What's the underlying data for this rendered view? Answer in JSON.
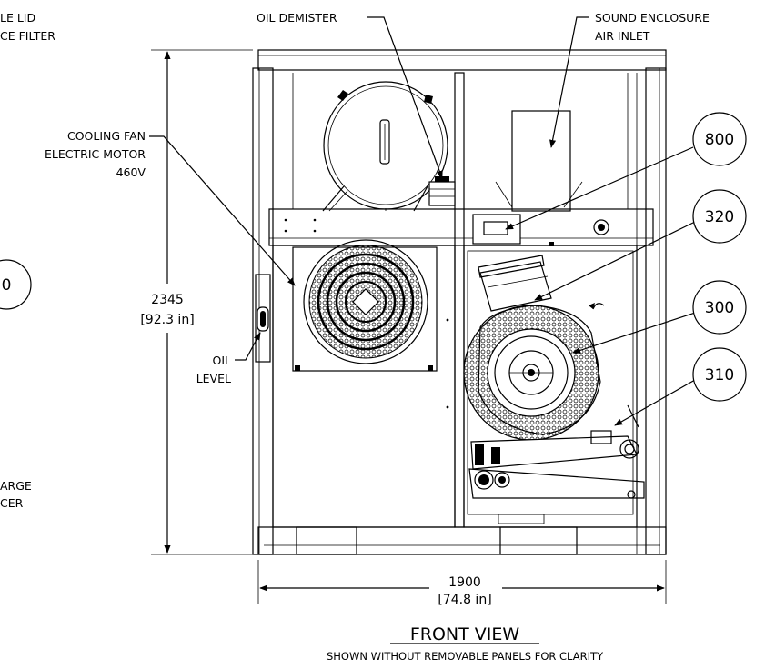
{
  "callouts": {
    "lid_filter_line1": "LE LID",
    "lid_filter_line2": "CE FILTER",
    "oil_demister": "OIL DEMISTER",
    "sound_enclosure_line1": "SOUND ENCLOSURE",
    "sound_enclosure_line2": "AIR INLET",
    "cooling_fan_line1": "COOLING FAN",
    "cooling_fan_line2": "ELECTRIC MOTOR",
    "cooling_fan_line3": "460V",
    "oil_level_line1": "OIL",
    "oil_level_line2": "LEVEL",
    "discharge_line1": "ARGE",
    "discharge_line2": "CER"
  },
  "bubbles": {
    "b800": "800",
    "b320": "320",
    "b300": "300",
    "b310": "310",
    "left_partial": "0"
  },
  "dimensions": {
    "height_mm": "2345",
    "height_in": "[92.3 in]",
    "width_mm": "1900",
    "width_in": "[74.8 in]"
  },
  "view": {
    "title": "FRONT VIEW",
    "subtitle": "SHOWN WITHOUT REMOVABLE PANELS FOR CLARITY"
  }
}
